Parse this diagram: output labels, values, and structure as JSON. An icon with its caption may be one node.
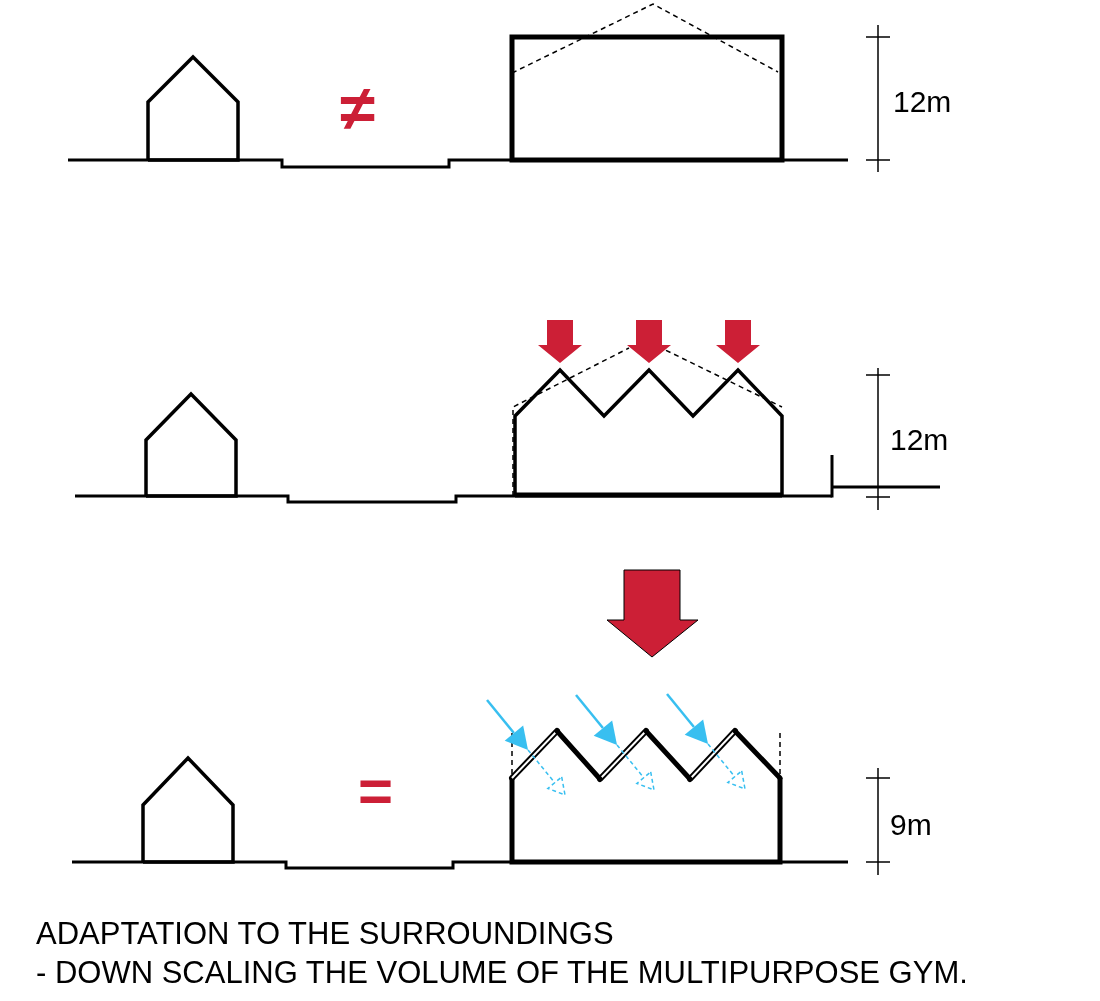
{
  "diagram": {
    "caption": "ADAPTATION TO THE SURROUNDINGS",
    "labels": [
      "≠",
      "12m",
      "12m",
      "=",
      "9m",
      "- DOWN SCALING THE VOLUME OF THE MULTIPURPOSE GYM."
    ]
  }
}
